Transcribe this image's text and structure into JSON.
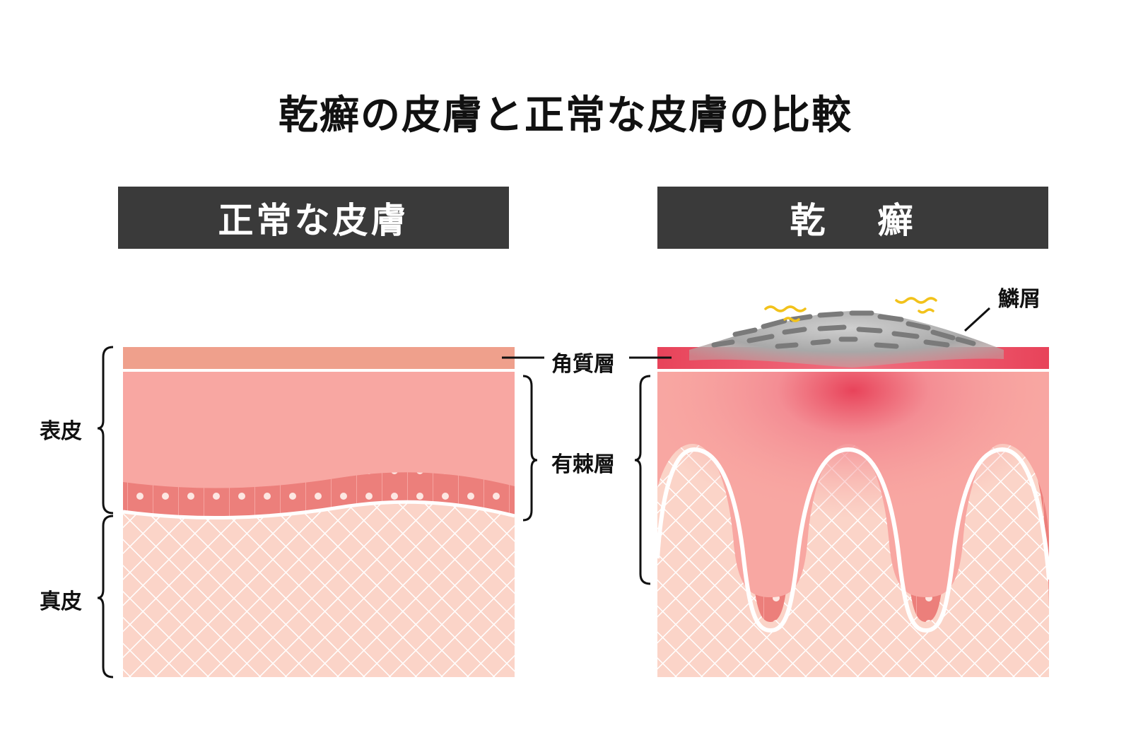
{
  "title": "乾癬の皮膚と正常な皮膚の比較",
  "panels": {
    "normal": {
      "header": "正常な皮膚"
    },
    "psoriasis": {
      "header_char1": "乾",
      "header_char2": "癬"
    }
  },
  "labels": {
    "epidermis": "表皮",
    "dermis": "真皮",
    "stratum_corneum": "角質層",
    "spinous_layer": "有棘層",
    "scales": "鱗屑"
  },
  "colors": {
    "header_bg": "#3a3a3a",
    "corneum_normal": "#efa08c",
    "epidermis_pink": "#f8a7a2",
    "basal_cell": "#ec7f7b",
    "dermis_bg": "#fbd4c8",
    "inflamed_red": "#e8435a",
    "scale_gray": "#8a8a8a",
    "itch_yellow": "#f2c21b"
  }
}
